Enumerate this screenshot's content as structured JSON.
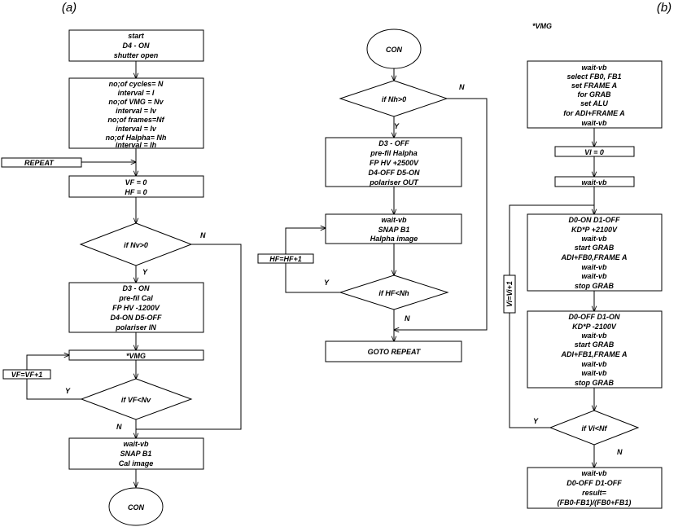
{
  "panel_labels": {
    "a": "(a)",
    "b": "(b)"
  },
  "a": {
    "start_box": [
      "start",
      "D4 - ON",
      "shutter open"
    ],
    "params_box": [
      "no;of cycles= N",
      "interval = I",
      "no;of VMG = Nv",
      "interval = Iv",
      "no;of frames=Nf",
      "interval = Iv",
      "no;of Halpha= Nh",
      "interval = Ih"
    ],
    "repeat_label": "REPEAT",
    "init_box": [
      "VF = 0",
      "HF = 0"
    ],
    "decision_nv": "if Nv>0",
    "decision_nv_no": "N",
    "decision_nv_yes": "Y",
    "cal_box": [
      "D3 - ON",
      "pre-fil Cal",
      "FP HV -1200V",
      "D4-ON D5-OFF",
      "polariser IN"
    ],
    "vmg_box": "*VMG",
    "vf_increment": "VF=VF+1",
    "decision_vf": "if VF<Nv",
    "decision_vf_yes": "Y",
    "decision_vf_no": "N",
    "snap_box": [
      "wait-vb",
      "SNAP B1",
      "Cal image"
    ],
    "con_oval": "CON"
  },
  "mid": {
    "con_oval": "CON",
    "decision_nh": "if Nh>0",
    "decision_nh_no": "N",
    "decision_nh_yes": "Y",
    "halpha_setup_box": [
      "D3 - OFF",
      "pre-fil Halpha",
      "FP HV +2500V",
      "D4-OFF D5-ON",
      "polariser OUT"
    ],
    "snap_box": [
      "wait-vb",
      "SNAP B1",
      "Halpha image"
    ],
    "hf_increment": "HF=HF+1",
    "decision_hf": "if HF<Nh",
    "decision_hf_yes": "Y",
    "decision_hf_no": "N",
    "goto_box": "GOTO REPEAT"
  },
  "b": {
    "title": "*VMG",
    "select_box": [
      "wait-vb",
      "select FB0, FB1",
      "set FRAME A",
      "for GRAB",
      "set ALU",
      "for ADI+FRAME A",
      "wait-vb"
    ],
    "vi_init": "VI = 0",
    "wait_box": "wait-vb",
    "grab1_box": [
      "D0-ON D1-OFF",
      "KD*P +2100V",
      "wait-vb",
      "start GRAB",
      "ADI+FB0,FRAME A",
      "wait-vb",
      "wait-vb",
      "stop GRAB"
    ],
    "grab2_box": [
      "D0-OFF D1-ON",
      "KD*P -2100V",
      "wait-vb",
      "start GRAB",
      "ADI+FB1,FRAME A",
      "wait-vb",
      "wait-vb",
      "stop GRAB"
    ],
    "vi_increment": "Vi=Vi+1",
    "decision_vi": "if Vi<Nf",
    "decision_vi_yes": "Y",
    "decision_vi_no": "N",
    "result_box": [
      "wait-vb",
      "D0-OFF D1-OFF",
      "result=",
      "(FB0-FB1)/(FB0+FB1)"
    ]
  }
}
